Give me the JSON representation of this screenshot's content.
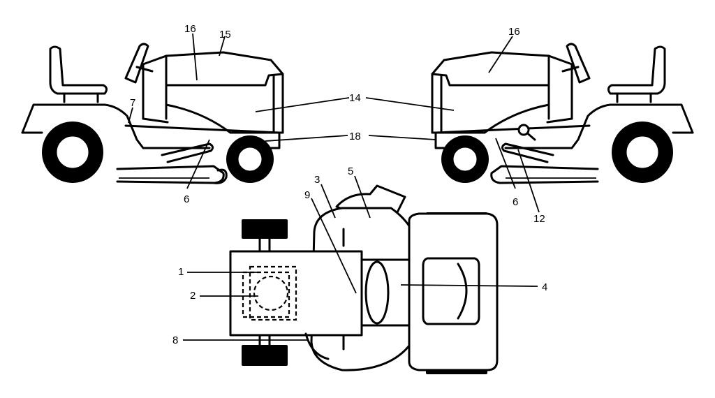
{
  "callouts": [
    {
      "key": "c16a",
      "text": "16"
    },
    {
      "key": "c15",
      "text": "15"
    },
    {
      "key": "c7",
      "text": "7"
    },
    {
      "key": "c14",
      "text": "14"
    },
    {
      "key": "c18",
      "text": "18"
    },
    {
      "key": "c6a",
      "text": "6"
    },
    {
      "key": "c16b",
      "text": "16"
    },
    {
      "key": "c6b",
      "text": "6"
    },
    {
      "key": "c12",
      "text": "12"
    },
    {
      "key": "c3",
      "text": "3"
    },
    {
      "key": "c5",
      "text": "5"
    },
    {
      "key": "c9",
      "text": "9"
    },
    {
      "key": "c1",
      "text": "1"
    },
    {
      "key": "c2",
      "text": "2"
    },
    {
      "key": "c4",
      "text": "4"
    },
    {
      "key": "c8",
      "text": "8"
    }
  ],
  "style": {
    "line_color": "#000000",
    "background": "#ffffff"
  }
}
